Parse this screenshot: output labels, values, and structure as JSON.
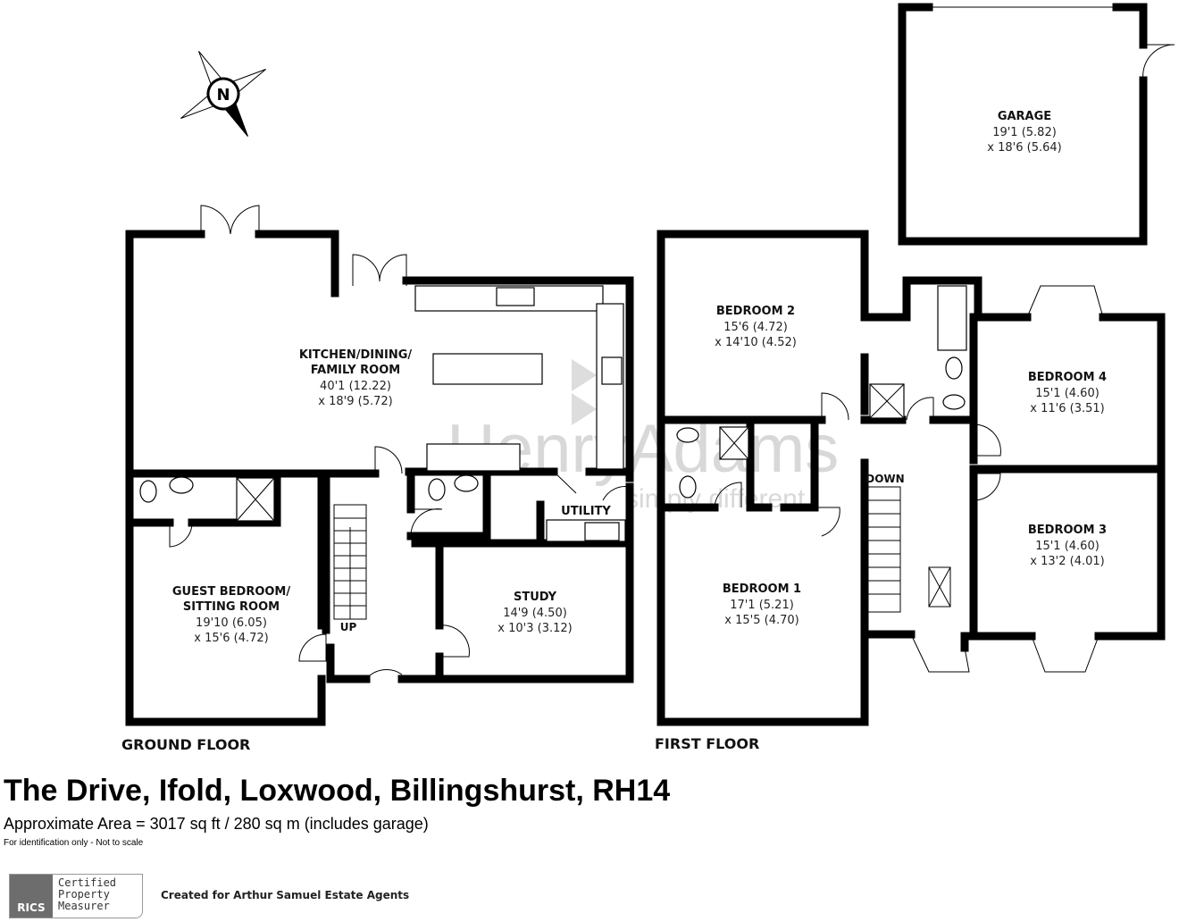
{
  "title": "The Drive, Ifold, Loxwood, Billingshurst, RH14",
  "area": "Approximate Area = 3017 sq ft / 280 sq m (includes garage)",
  "note": "For identification only - Not to scale",
  "rics": {
    "logo": "RICS",
    "line1": "Certified",
    "line2": "Property",
    "line3": "Measurer"
  },
  "created_for": "Created for Arthur Samuel Estate Agents",
  "compass": "N",
  "watermark": {
    "brand": "HenryAdams",
    "tagline": "simply different"
  },
  "floors": {
    "ground": "GROUND FLOOR",
    "first": "FIRST FLOOR"
  },
  "stairs": {
    "up": "UP",
    "down": "DOWN"
  },
  "rooms": {
    "kitchen": {
      "name1": "KITCHEN/DINING/",
      "name2": "FAMILY ROOM",
      "dim1": "40'1 (12.22)",
      "dim2": "x 18'9 (5.72)"
    },
    "guest": {
      "name1": "GUEST BEDROOM/",
      "name2": "SITTING ROOM",
      "dim1": "19'10 (6.05)",
      "dim2": "x 15'6 (4.72)"
    },
    "study": {
      "name": "STUDY",
      "dim1": "14'9 (4.50)",
      "dim2": "x 10'3 (3.12)"
    },
    "utility": {
      "name": "UTILITY"
    },
    "garage": {
      "name": "GARAGE",
      "dim1": "19'1 (5.82)",
      "dim2": "x 18'6 (5.64)"
    },
    "bed1": {
      "name": "BEDROOM 1",
      "dim1": "17'1 (5.21)",
      "dim2": "x 15'5 (4.70)"
    },
    "bed2": {
      "name": "BEDROOM 2",
      "dim1": "15'6 (4.72)",
      "dim2": "x 14'10 (4.52)"
    },
    "bed3": {
      "name": "BEDROOM 3",
      "dim1": "15'1 (4.60)",
      "dim2": "x 13'2 (4.01)"
    },
    "bed4": {
      "name": "BEDROOM 4",
      "dim1": "15'1 (4.60)",
      "dim2": "x 11'6 (3.51)"
    }
  }
}
